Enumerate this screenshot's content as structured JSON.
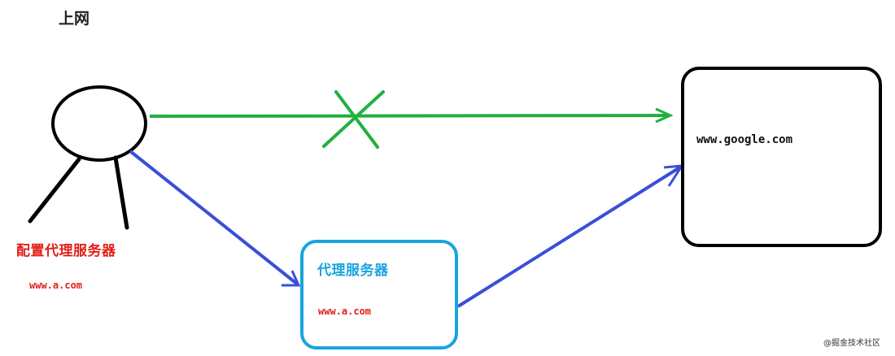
{
  "title": "上网",
  "client": {
    "label": "配置代理服务器",
    "url": "www.a.com"
  },
  "proxy": {
    "label": "代理服务器",
    "url": "www.a.com"
  },
  "target": {
    "url": "www.google.com"
  },
  "watermark": "@掘金技术社区",
  "colors": {
    "direct_path": "#22b040",
    "proxy_path": "#3a4fd8",
    "proxy_box": "#1aa3e0",
    "client_text": "#e0201a",
    "outline": "#000000"
  }
}
